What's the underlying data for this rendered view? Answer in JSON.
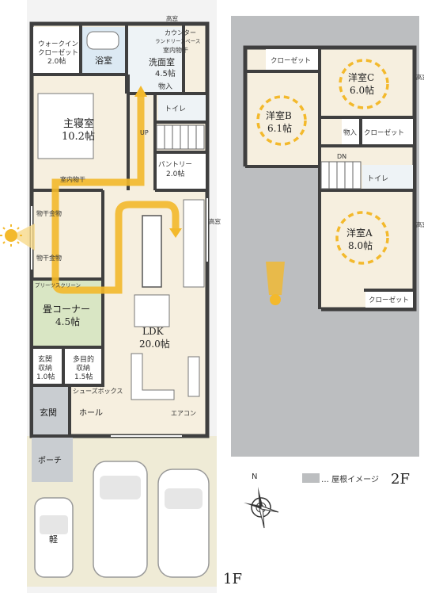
{
  "floor1": {
    "label": "1F",
    "rooms": {
      "walkin_closet": "ウォークイン",
      "walkin_closet2": "クローゼット",
      "walkin_closet_size": "2.0帖",
      "bathroom": "浴室",
      "counter": "カウンター",
      "laundry_space": "ランドリースペース",
      "indoor_drying": "室内物干",
      "washroom": "洗面室",
      "washroom_size": "4.5帖",
      "storage_in": "物入",
      "toilet": "トイレ",
      "high_window": "高窓",
      "master_bedroom": "主寝室",
      "master_bedroom_size": "10.2帖",
      "pantry": "パントリー",
      "pantry_size": "2.0帖",
      "indoor_drying2": "室内物干",
      "up": "UP",
      "drying_hardware1": "物干金物",
      "drying_hardware2": "物干金物",
      "pleats_screen": "プリーツスクリーン",
      "tatami_corner": "畳コーナー",
      "tatami_size": "4.5帖",
      "ldk": "LDK",
      "ldk_size": "20.0帖",
      "high_window2": "高窓",
      "entrance_storage": "玄関",
      "entrance_storage2": "収納",
      "entrance_storage_size": "1.0帖",
      "multipurpose": "多目的",
      "multipurpose2": "収納",
      "multipurpose_size": "1.5帖",
      "shoe_box": "シューズボックス",
      "entrance": "玄関",
      "hall": "ホール",
      "aircon": "エアコン",
      "porch": "ポーチ",
      "kei_car": "軽"
    }
  },
  "floor2": {
    "label": "2F",
    "rooms": {
      "closet_top": "クローゼット",
      "room_c": "洋室C",
      "room_c_size": "6.0帖",
      "high_window_c": "高窓",
      "room_b": "洋室B",
      "room_b_size": "6.1帖",
      "storage": "物入",
      "closet_mid": "クローゼット",
      "dn": "DN",
      "toilet": "トイレ",
      "room_a": "洋室A",
      "room_a_size": "8.0帖",
      "high_window_a": "高窓",
      "closet_bottom": "クローゼット"
    }
  },
  "legend": {
    "roof_text": "… 屋根イメージ",
    "compass_n": "N"
  },
  "colors": {
    "wall": "#3f3f3f",
    "floor": "#f6efdf",
    "tatami": "#d9e6c4",
    "wet": "#dce9f3",
    "tile": "#c9cdd1",
    "roof": "#bcbec0",
    "sun_path": "#f3b92c",
    "site": "#f2f2f2",
    "parking": "#ede9d2"
  }
}
